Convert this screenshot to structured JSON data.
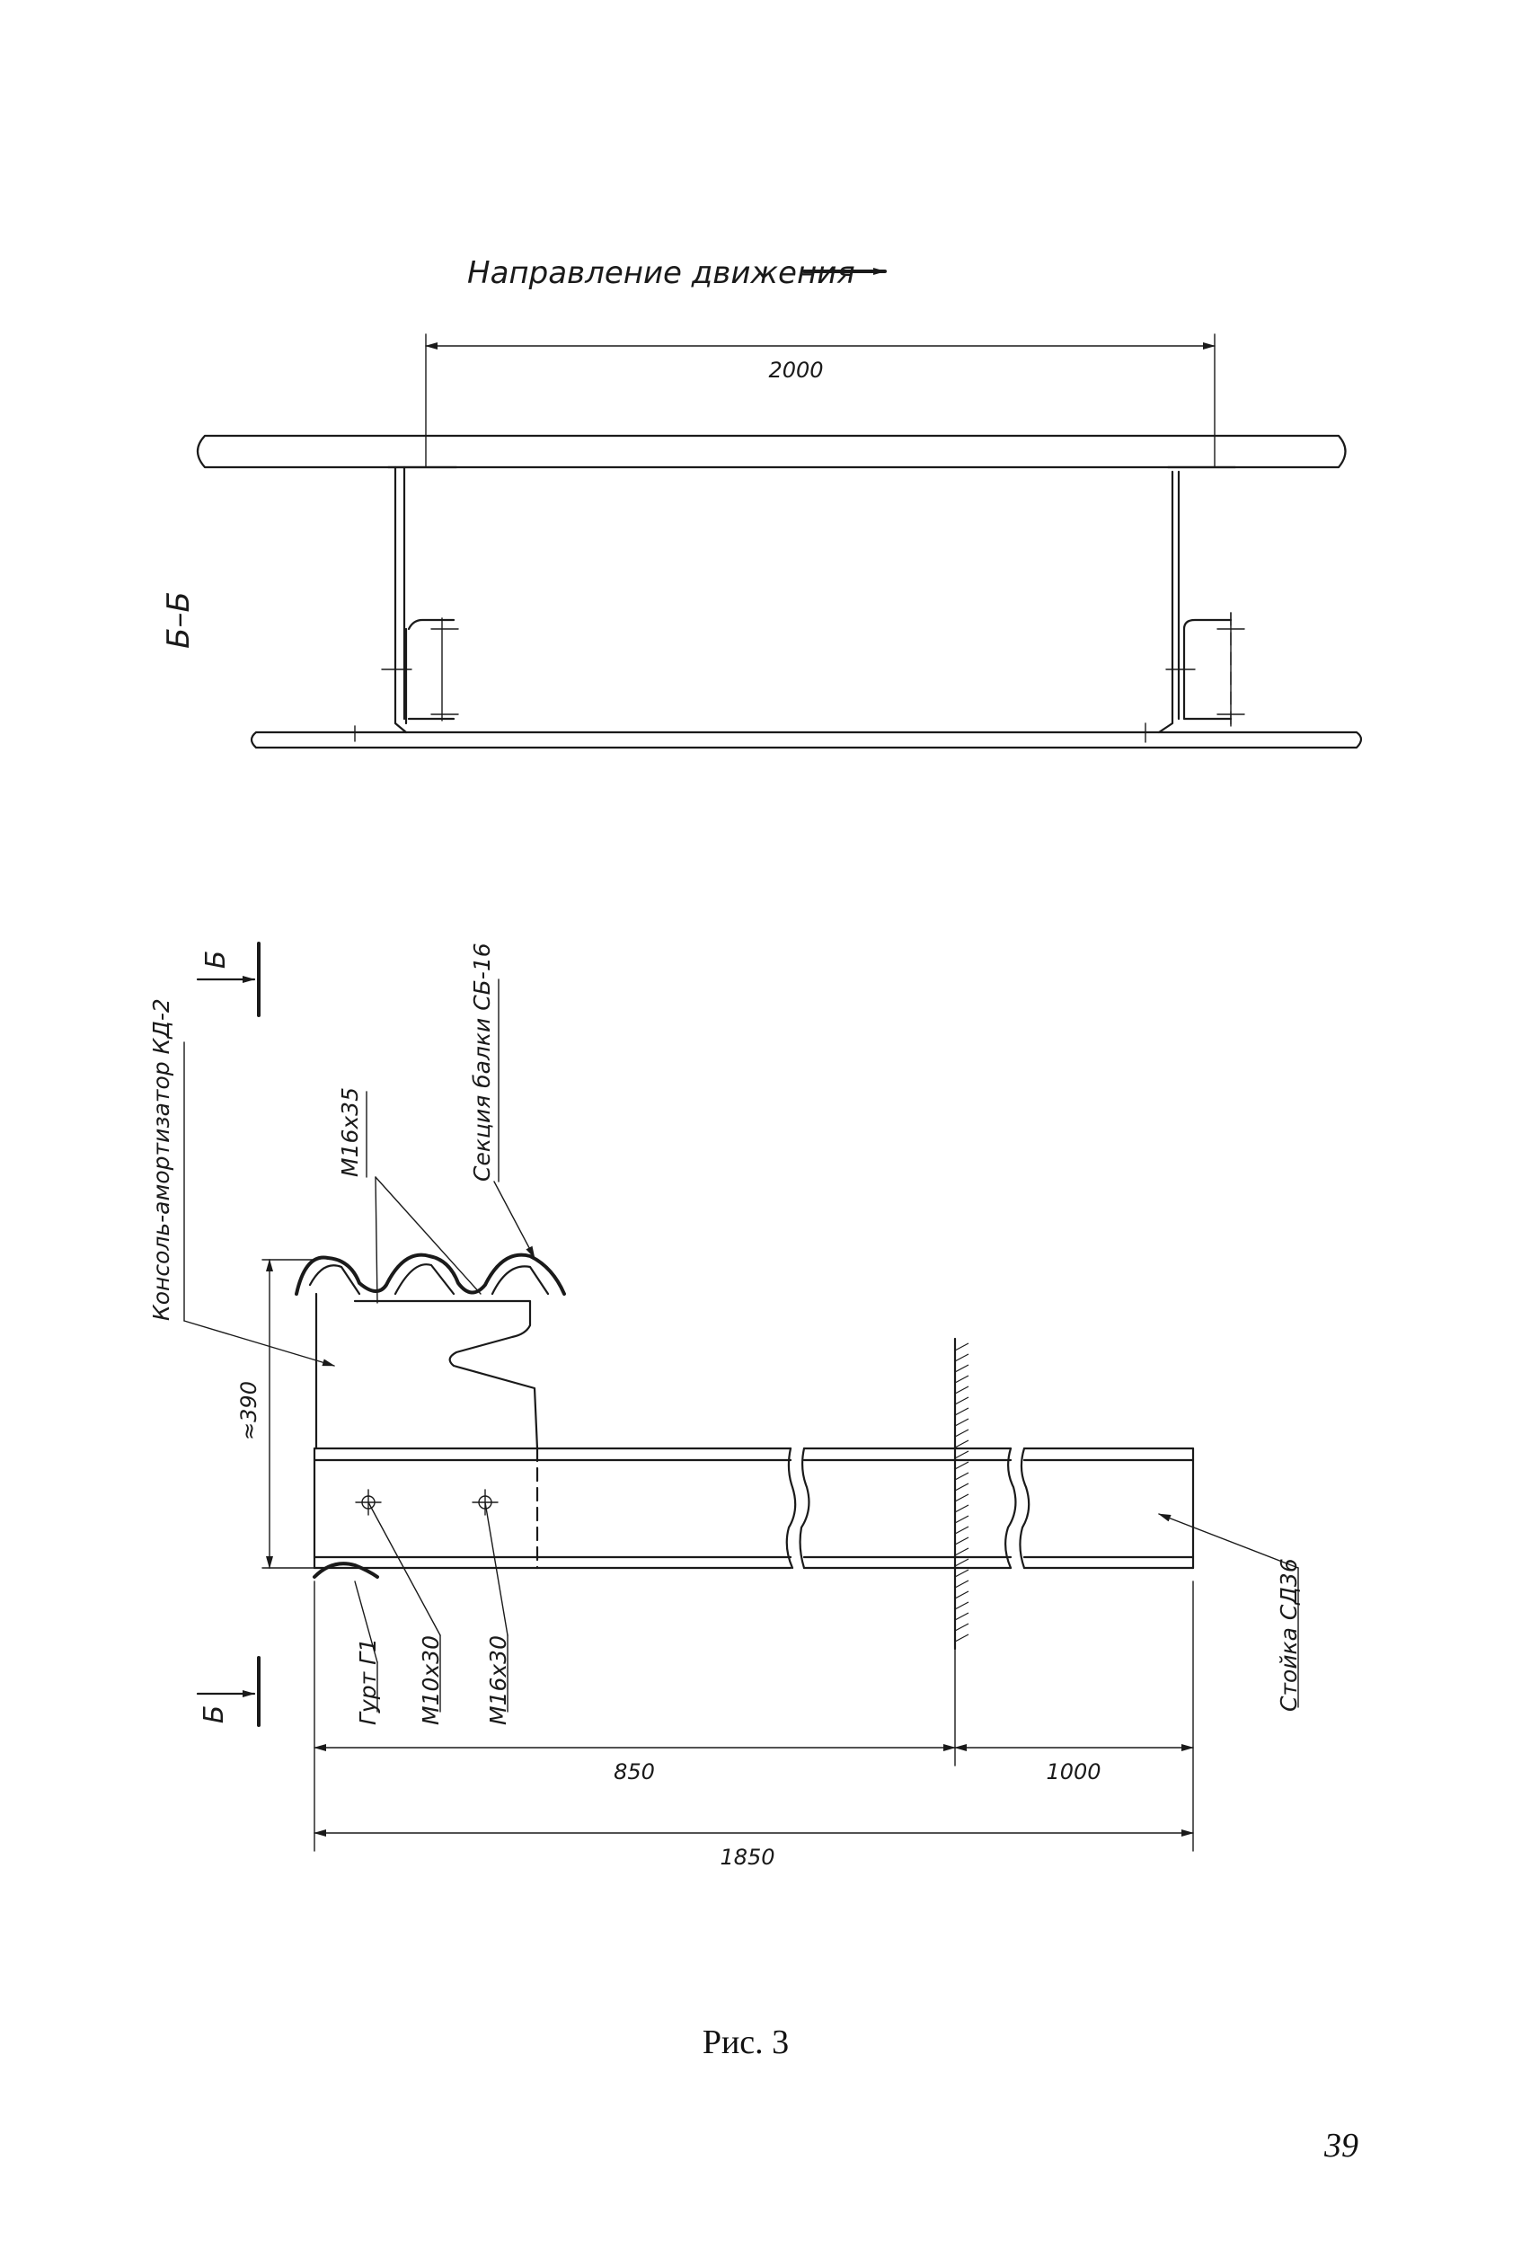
{
  "section": {
    "direction_label": "Направление движения",
    "section_label": "Б–Б",
    "dim_span": "2000"
  },
  "elevation": {
    "cut_mark_top": "Б",
    "cut_mark_bottom": "Б",
    "label_console": "Консоль-амортизатор КД-2",
    "label_beam": "Секция балки СБ-16",
    "label_bolt_top": "М16х35",
    "label_height": "≈390",
    "label_gurt": "Гурт Г1",
    "label_bolt_m10": "М10х30",
    "label_bolt_m16": "М16х30",
    "label_post": "Стойка СД36",
    "dim_850": "850",
    "dim_1000": "1000",
    "dim_1850": "1850"
  },
  "caption": "Рис. 3",
  "page_number": "39"
}
